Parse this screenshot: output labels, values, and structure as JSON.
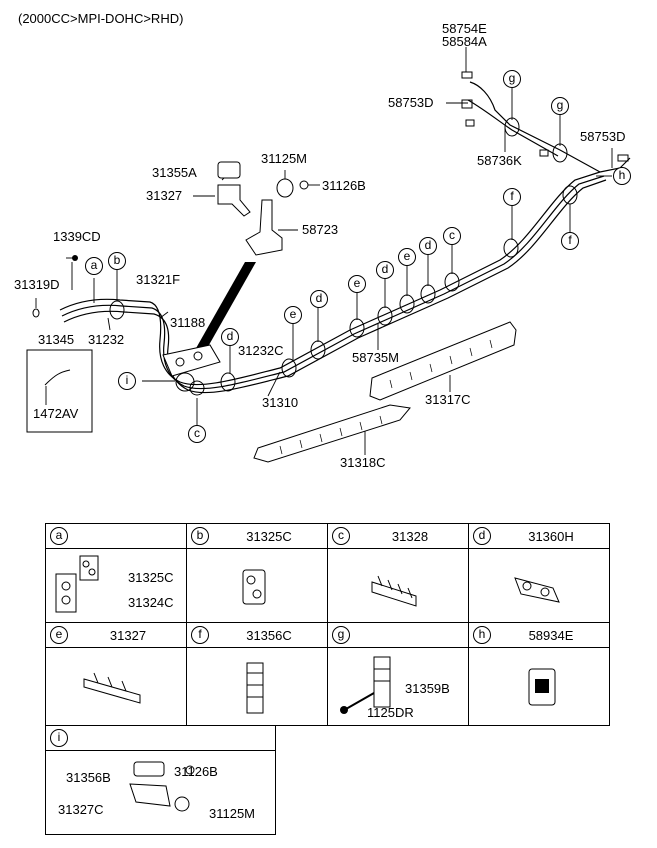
{
  "header": {
    "spec": "(2000CC>MPI-DOHC>RHD)"
  },
  "callouts": {
    "p58754E": "58754E",
    "p58584A": "58584A",
    "p58753D_a": "58753D",
    "p58753D_b": "58753D",
    "p58736K": "58736K",
    "p31355A": "31355A",
    "p31125M": "31125M",
    "p31327": "31327",
    "p31126B": "31126B",
    "p58723": "58723",
    "p1339CD": "1339CD",
    "p31319D": "31319D",
    "p31321F": "31321F",
    "p31188": "31188",
    "p31232": "31232",
    "p31345": "31345",
    "p1472AV": "1472AV",
    "p31232C": "31232C",
    "p31310": "31310",
    "p58735M": "58735M",
    "p31317C": "31317C",
    "p31318C": "31318C"
  },
  "letters": {
    "a": "a",
    "b": "b",
    "c": "c",
    "d": "d",
    "e": "e",
    "f": "f",
    "g": "g",
    "h": "h",
    "i": "i"
  },
  "parts_table": {
    "a": {
      "letter": "a",
      "part": "",
      "sub1": "31325C",
      "sub2": "31324C"
    },
    "b": {
      "letter": "b",
      "part": "31325C"
    },
    "c": {
      "letter": "c",
      "part": "31328"
    },
    "d": {
      "letter": "d",
      "part": "31360H"
    },
    "e": {
      "letter": "e",
      "part": "31327"
    },
    "f": {
      "letter": "f",
      "part": "31356C"
    },
    "g": {
      "letter": "g",
      "part": "",
      "sub1": "31359B",
      "sub2": "1125DR"
    },
    "h": {
      "letter": "h",
      "part": "58934E"
    },
    "i": {
      "letter": "i",
      "part": "",
      "sub1": "31356B",
      "sub2": "31126B",
      "sub3": "31327C",
      "sub4": "31125M"
    }
  }
}
